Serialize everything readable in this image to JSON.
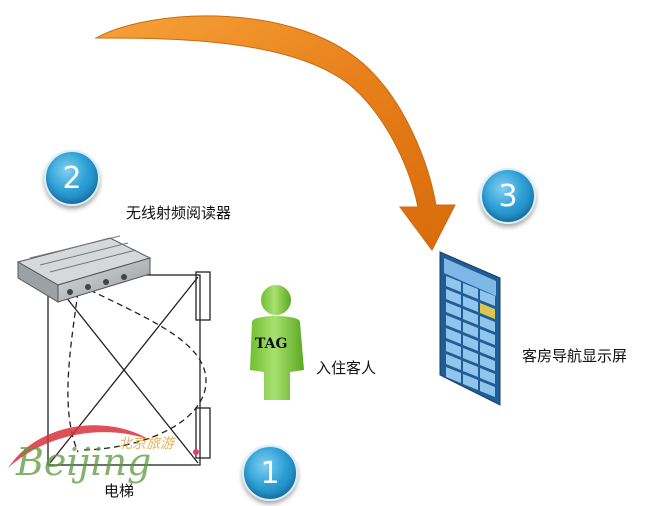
{
  "steps": [
    "1",
    "2",
    "3"
  ],
  "labels": {
    "reader": "无线射频阅读器",
    "guest": "入住客人",
    "tag": "TAG",
    "display": "客房导航显示屏",
    "elevator": "电梯"
  },
  "watermark": {
    "text": "Beijing",
    "chinese": "北京旅游"
  },
  "colors": {
    "arrow": "#f08a1a",
    "person": "#8fd14f",
    "badge": "#2d9fd6",
    "screen": "#3a8fd0"
  }
}
